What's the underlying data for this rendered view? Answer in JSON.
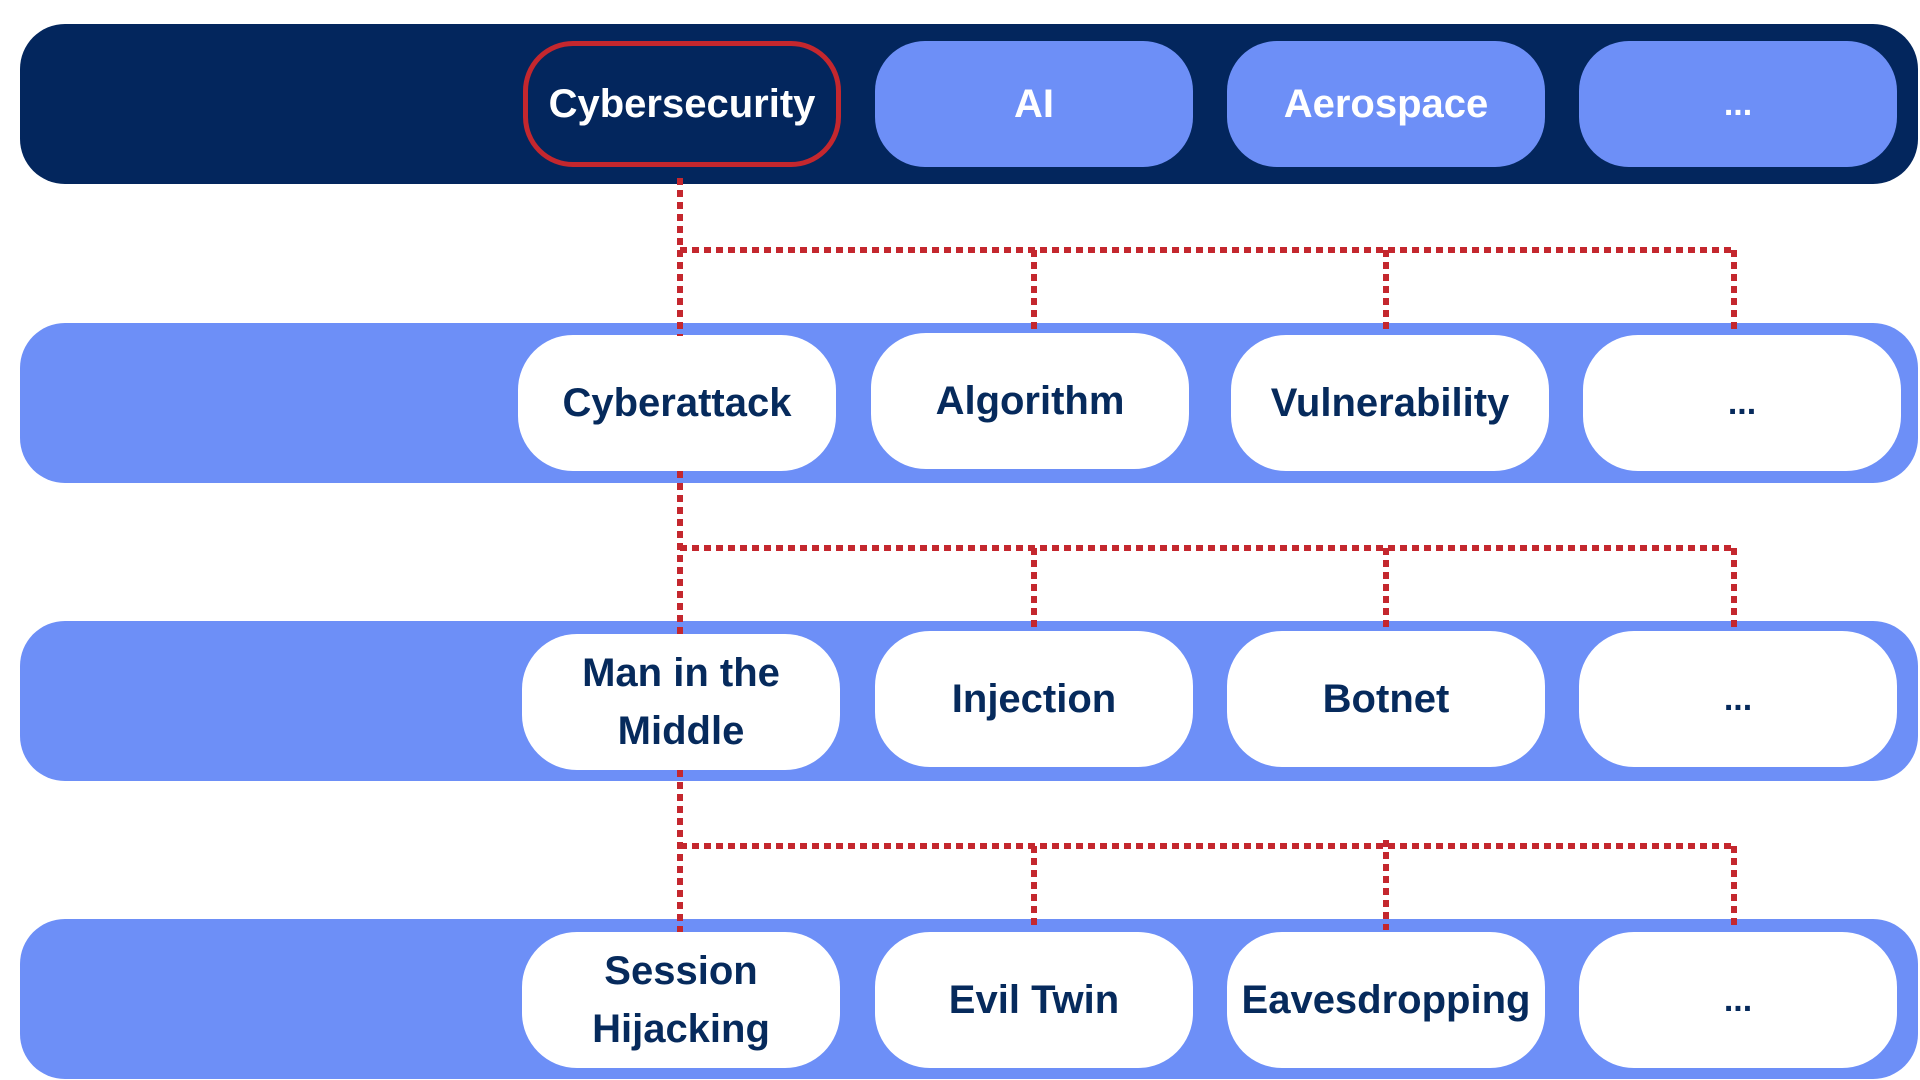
{
  "accent_color": "#c4272e",
  "dark_color": "#03265d",
  "light_color": "#6d8ff7",
  "levels": [
    {
      "items": [
        "Cybersecurity",
        "AI",
        "Aerospace",
        "..."
      ],
      "selected": 0
    },
    {
      "items": [
        "Cyberattack",
        "Algorithm",
        "Vulnerability",
        "..."
      ],
      "selected": 0
    },
    {
      "items": [
        "Man in the Middle",
        "Injection",
        "Botnet",
        "..."
      ],
      "selected": 0
    },
    {
      "items": [
        "Session Hijacking",
        "Evil Twin",
        "Eavesdropping",
        "..."
      ],
      "selected": 0
    }
  ]
}
